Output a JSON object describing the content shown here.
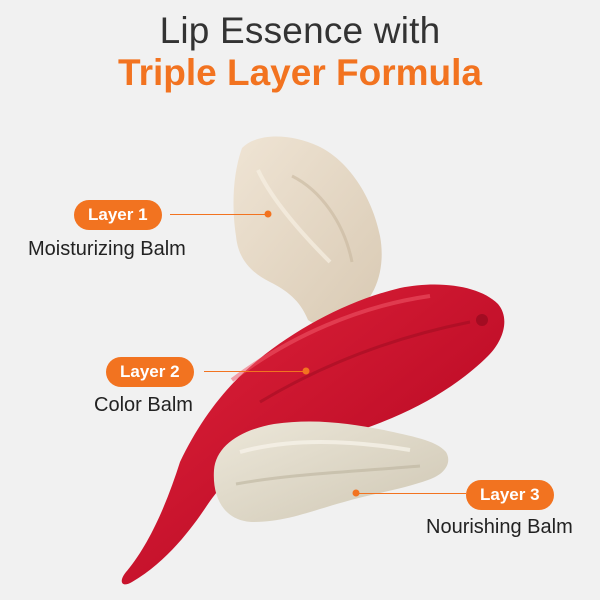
{
  "header": {
    "title_line1": "Lip Essence with",
    "title_line2": "Triple Layer Formula"
  },
  "layers": [
    {
      "badge": "Layer 1",
      "description": "Moisturizing Balm"
    },
    {
      "badge": "Layer 2",
      "description": "Color Balm"
    },
    {
      "badge": "Layer 3",
      "description": "Nourishing Balm"
    }
  ],
  "colors": {
    "accent": "#f27320",
    "background": "#f1f1f1",
    "balm_cream": "#e8dccb",
    "balm_red": "#c8102e",
    "balm_ivory": "#e3ddcc"
  }
}
